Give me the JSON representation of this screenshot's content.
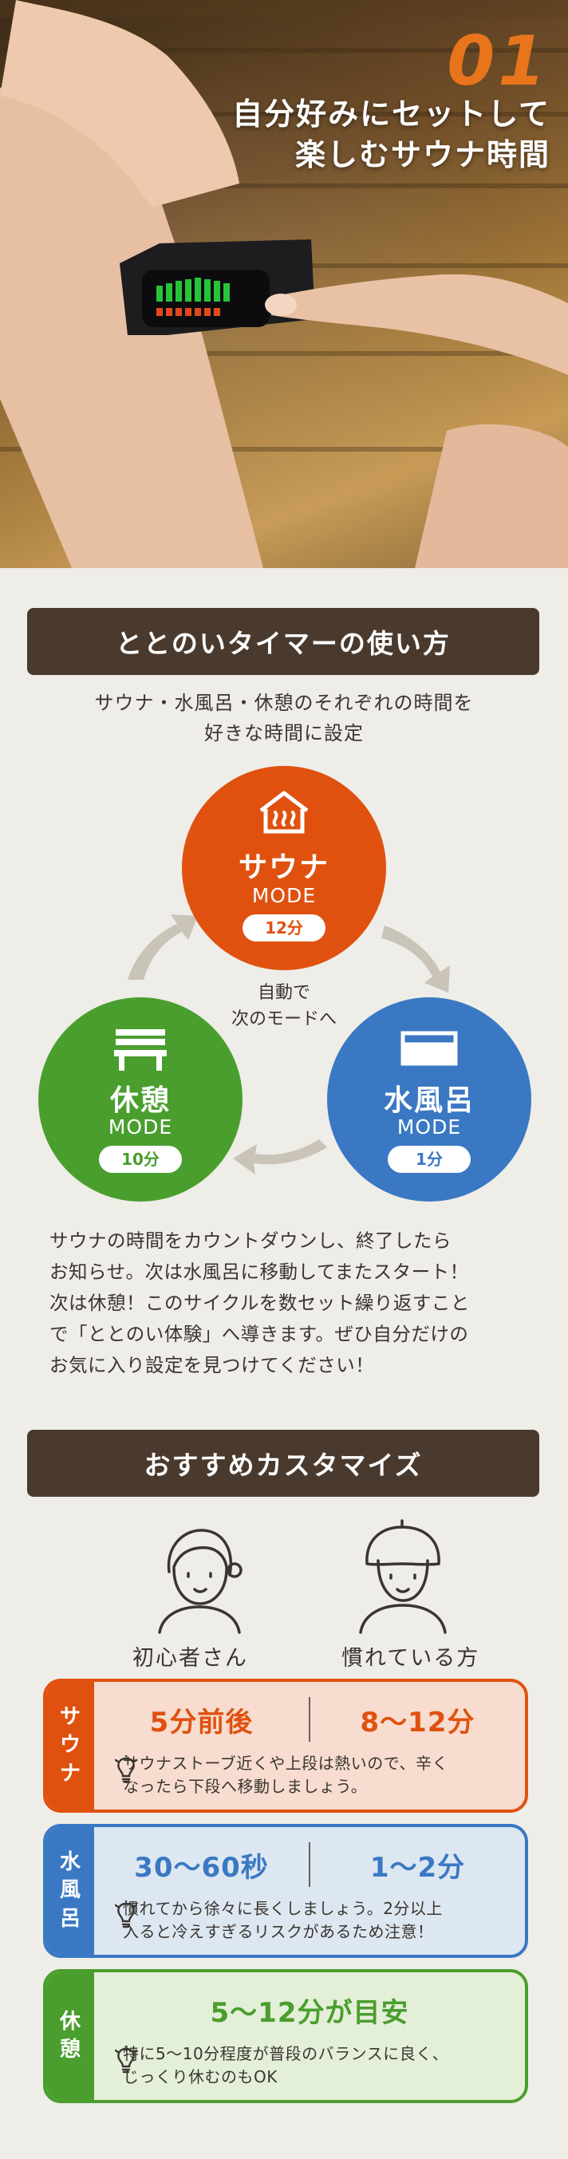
{
  "hero": {
    "number": "01",
    "title_lines": [
      "自分好みにセットして",
      "楽しむサウナ時間"
    ]
  },
  "usage": {
    "header": "ととのいタイマーの使い方",
    "intro_lines": [
      "サウナ・水風呂・休憩のそれぞれの時間を",
      "好きな時間に設定"
    ],
    "auto_lines": [
      "自動で",
      "次のモードへ"
    ],
    "modes": [
      {
        "name": "サウナ",
        "mode": "MODE",
        "time": "12分",
        "color": "#e0510f",
        "icon": "sauna-icon"
      },
      {
        "name": "水風呂",
        "mode": "MODE",
        "time": "1分",
        "color": "#3a78c3",
        "icon": "bath-icon"
      },
      {
        "name": "休憩",
        "mode": "MODE",
        "time": "10分",
        "color": "#4a9e2e",
        "icon": "bench-icon"
      }
    ],
    "body_lines": [
      "サウナの時間をカウントダウンし、終了したら",
      "お知らせ。次は水風呂に移動してまたスタート！",
      "次は休憩！このサイクルを数セット繰り返すこと",
      "で「ととのい体験」へ導きます。ぜひ自分だけの",
      "お気に入り設定を見つけてください！"
    ]
  },
  "recommend": {
    "header": "おすすめカスタマイズ",
    "beginner_label": "初心者さん",
    "expert_label": "慣れている方",
    "cards": [
      {
        "tag_chars": [
          "サ",
          "ウ",
          "ナ"
        ],
        "beginner": "5分前後",
        "expert": "8〜12分",
        "tip_lines": [
          "サウナストーブ近くや上段は熱いので、辛く",
          "なったら下段へ移動しましょう。"
        ],
        "color": "#e0510f",
        "bg": "#f7dccf",
        "text_color": "#e0510f"
      },
      {
        "tag_chars": [
          "水",
          "風",
          "呂"
        ],
        "beginner": "30〜60秒",
        "expert": "1〜2分",
        "tip_lines": [
          "慣れてから徐々に長くしましょう。2分以上",
          "入ると冷えすぎるリスクがあるため注意！"
        ],
        "color": "#3a78c3",
        "bg": "#dde7f1",
        "text_color": "#3a78c3"
      },
      {
        "tag_chars": [
          "休",
          "憩"
        ],
        "combined": "5〜12分が目安",
        "tip_lines": [
          "特に5〜10分程度が普段のバランスに良く、",
          "じっくり休むのもOK"
        ],
        "color": "#4a9e2e",
        "bg": "#e4efd8",
        "text_color": "#4a9e2e"
      }
    ]
  }
}
